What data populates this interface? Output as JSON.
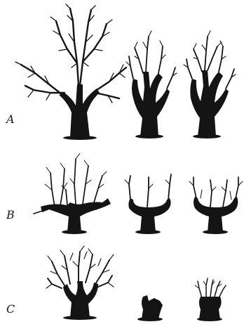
{
  "rows": [
    {
      "label": "A"
    },
    {
      "label": "B"
    },
    {
      "label": "C"
    }
  ],
  "colors": {
    "ink": "#141414",
    "background": "#ffffff"
  }
}
